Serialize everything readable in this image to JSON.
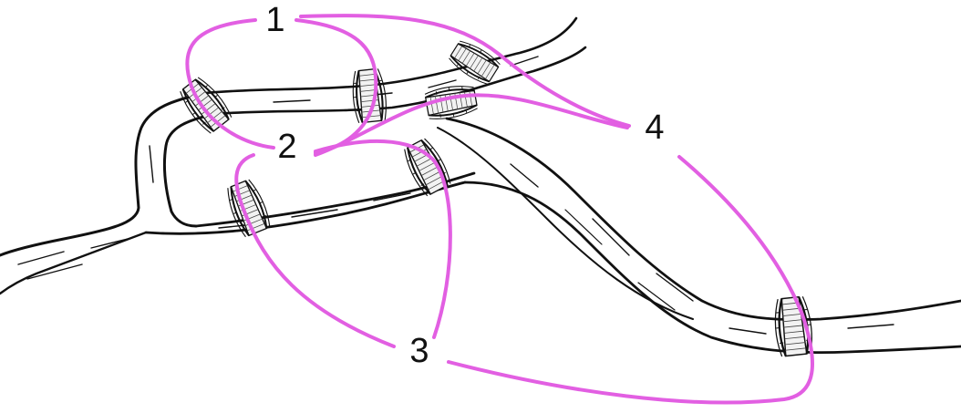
{
  "diagram": {
    "land_labels": [
      "1",
      "2",
      "3",
      "4"
    ],
    "bridge_count": 7,
    "colors": {
      "route": "#e25fe2",
      "river": "#111111",
      "background": "#ffffff"
    },
    "icons": [
      "river-outline",
      "bridge-icon",
      "route-curve"
    ]
  }
}
